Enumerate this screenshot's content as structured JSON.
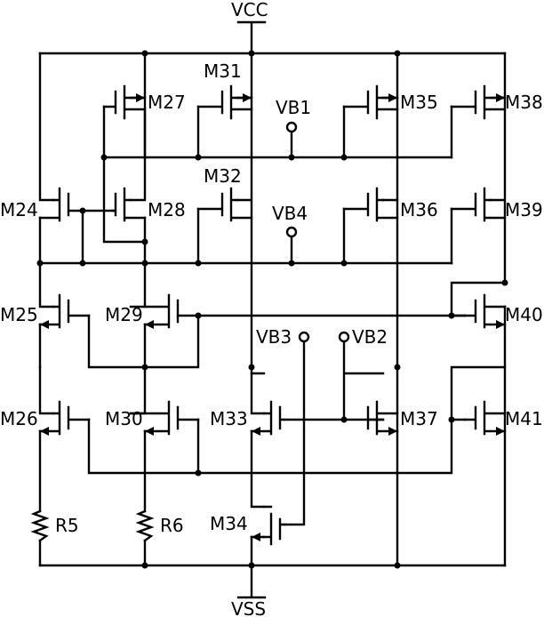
{
  "supply": {
    "top": "VCC",
    "bottom": "VSS"
  },
  "bias_pins": {
    "vb1": "VB1",
    "vb4": "VB4",
    "vb3": "VB3",
    "vb2": "VB2"
  },
  "transistors": {
    "m24": "M24",
    "m25": "M25",
    "m26": "M26",
    "m27": "M27",
    "m28": "M28",
    "m29": "M29",
    "m30": "M30",
    "m31": "M31",
    "m32": "M32",
    "m33": "M33",
    "m34": "M34",
    "m35": "M35",
    "m36": "M36",
    "m37": "M37",
    "m38": "M38",
    "m39": "M39",
    "m40": "M40",
    "m41": "M41"
  },
  "resistors": {
    "r5": "R5",
    "r6": "R6"
  }
}
